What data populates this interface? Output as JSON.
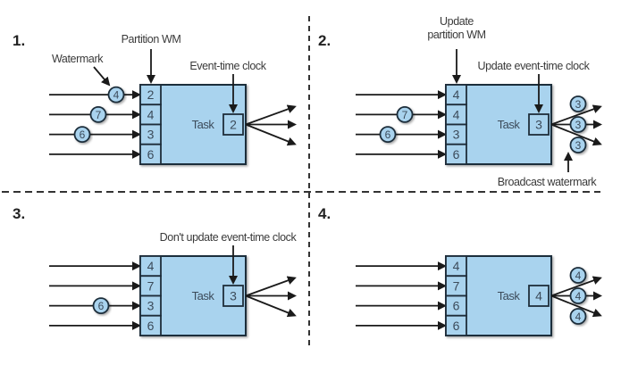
{
  "colors": {
    "box_fill": "#a9d3ee",
    "stroke": "#1e2d3a",
    "divider": "#333333"
  },
  "panels": [
    {
      "number": "1.",
      "task_label": "Task",
      "partitions": [
        "2",
        "4",
        "3",
        "6"
      ],
      "clock": "2",
      "input_watermarks": [
        {
          "lane": 0,
          "value": "4"
        },
        {
          "lane": 1,
          "value": "7"
        },
        {
          "lane": 2,
          "value": "6"
        }
      ],
      "output_watermarks": [],
      "annotations": {
        "watermark": "Watermark",
        "partition": [
          "Partition WM"
        ],
        "clock": "Event-time clock",
        "broadcast": ""
      }
    },
    {
      "number": "2.",
      "task_label": "Task",
      "partitions": [
        "4",
        "4",
        "3",
        "6"
      ],
      "clock": "3",
      "input_watermarks": [
        {
          "lane": 1,
          "value": "7"
        },
        {
          "lane": 2,
          "value": "6"
        }
      ],
      "output_watermarks": [
        "3",
        "3",
        "3"
      ],
      "annotations": {
        "watermark": "",
        "partition": [
          "Update",
          "partition WM"
        ],
        "clock": "Update event-time clock",
        "broadcast": "Broadcast watermark"
      }
    },
    {
      "number": "3.",
      "task_label": "Task",
      "partitions": [
        "4",
        "7",
        "3",
        "6"
      ],
      "clock": "3",
      "input_watermarks": [
        {
          "lane": 2,
          "value": "6"
        }
      ],
      "output_watermarks": [],
      "annotations": {
        "watermark": "",
        "partition": [],
        "clock": "Don't update event-time clock",
        "broadcast": ""
      }
    },
    {
      "number": "4.",
      "task_label": "Task",
      "partitions": [
        "4",
        "7",
        "6",
        "6"
      ],
      "clock": "4",
      "input_watermarks": [],
      "output_watermarks": [
        "4",
        "4",
        "4"
      ],
      "annotations": {
        "watermark": "",
        "partition": [],
        "clock": "",
        "broadcast": ""
      }
    }
  ]
}
